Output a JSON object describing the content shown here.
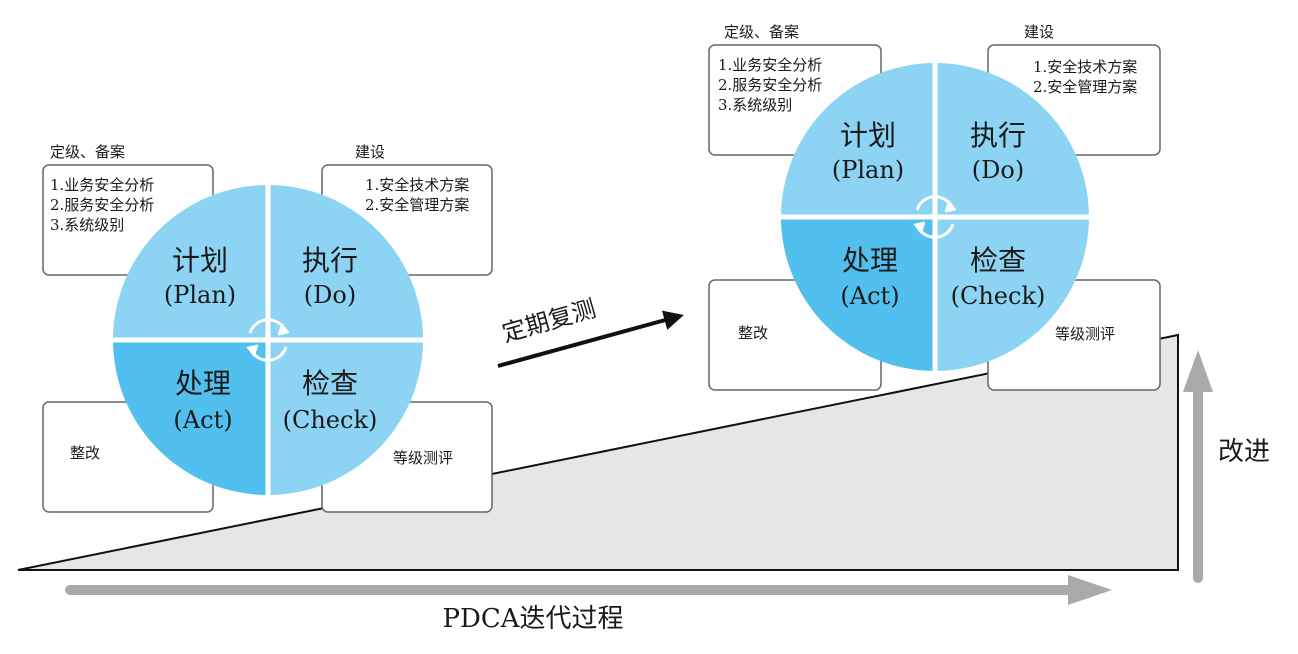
{
  "cycles": [
    {
      "boxes": {
        "plan": {
          "header": "定级、备案",
          "lines": [
            "1.业务安全分析",
            "2.服务安全分析",
            "3.系统级别"
          ]
        },
        "do": {
          "header": "建设",
          "lines": [
            "1.安全技术方案",
            "2.安全管理方案"
          ]
        },
        "act": {
          "text": "整改"
        },
        "check": {
          "text": "等级测评"
        }
      },
      "quadrants": {
        "plan": {
          "cn": "计划",
          "en": "(Plan)"
        },
        "do": {
          "cn": "执行",
          "en": "(Do)"
        },
        "act": {
          "cn": "处理",
          "en": "(Act)"
        },
        "check": {
          "cn": "检查",
          "en": "(Check)"
        }
      }
    },
    {
      "boxes": {
        "plan": {
          "header": "定级、备案",
          "lines": [
            "1.业务安全分析",
            "2.服务安全分析",
            "3.系统级别"
          ]
        },
        "do": {
          "header": "建设",
          "lines": [
            "1.安全技术方案",
            "2.安全管理方案"
          ]
        },
        "act": {
          "text": "整改"
        },
        "check": {
          "text": "等级测评"
        }
      },
      "quadrants": {
        "plan": {
          "cn": "计划",
          "en": "(Plan)"
        },
        "do": {
          "cn": "执行",
          "en": "(Do)"
        },
        "act": {
          "cn": "处理",
          "en": "(Act)"
        },
        "check": {
          "cn": "检查",
          "en": "(Check)"
        }
      }
    }
  ],
  "retest_label": "定期复测",
  "improve_label": "改进",
  "process_label": "PDCA迭代过程",
  "colors": {
    "quadrant_light": "#8dd4f4",
    "quadrant_dark": "#52c0ef",
    "box_border": "#666666",
    "ramp_fill": "#e6e6e6",
    "grey_arrow": "#aaaaaa",
    "text": "#1a1a1a"
  }
}
